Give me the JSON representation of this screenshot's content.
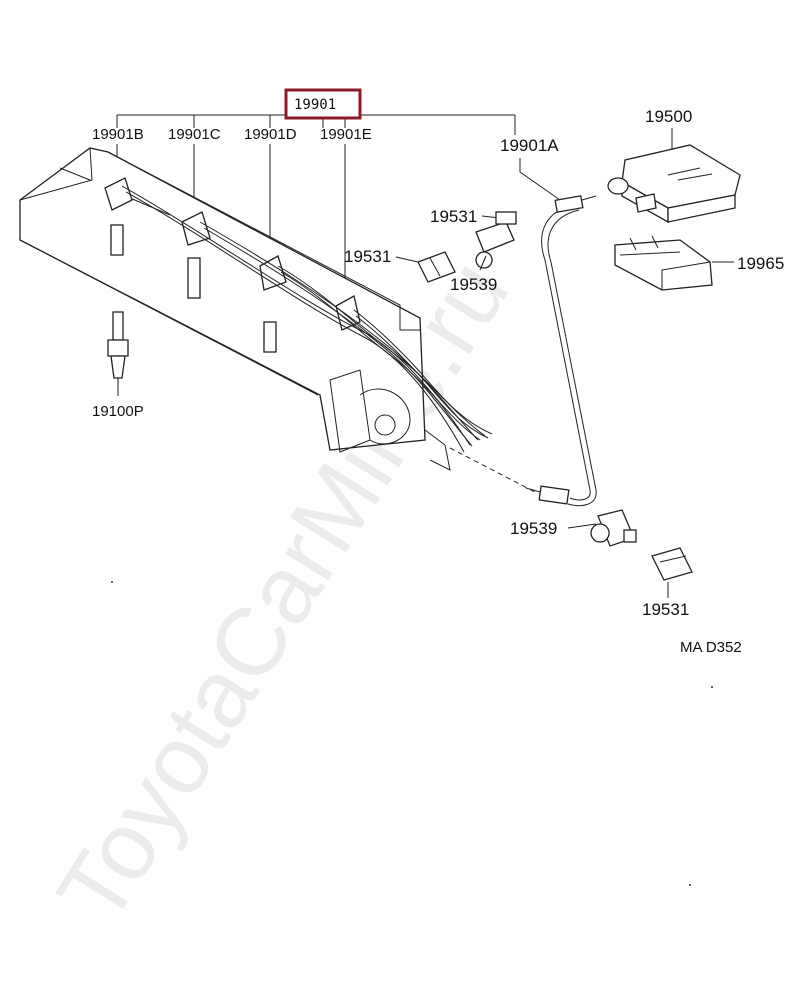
{
  "highlight_color": "#8b1a2b",
  "labels": {
    "main": "19901",
    "b": "19901B",
    "c": "19901C",
    "d": "19901D",
    "e": "19901E",
    "a": "19901A",
    "coil": "19500",
    "bracket": "19965",
    "clamp_top": "19531",
    "clamp_left": "19531",
    "grommet_top": "19539",
    "grommet_bottom": "19539",
    "clamp_bottom": "19531",
    "plug": "19100P",
    "code": "MA  D352"
  },
  "watermark": "ToyotaCarMine.ru"
}
